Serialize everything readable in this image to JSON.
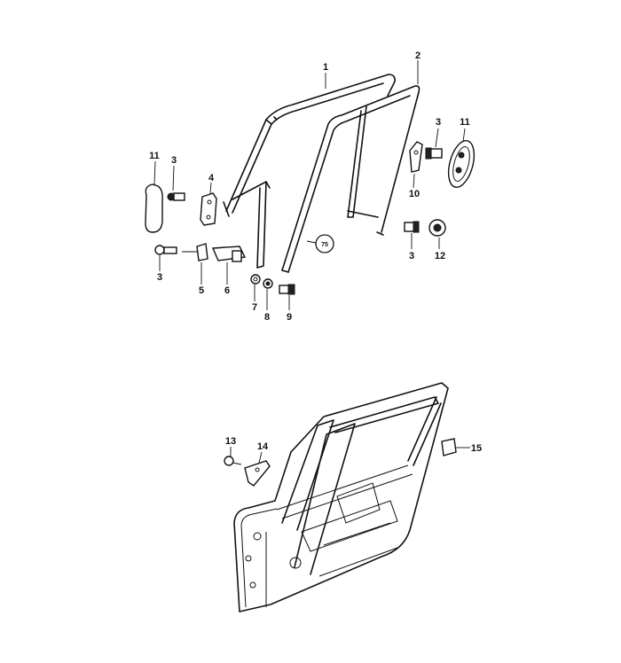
{
  "callouts": {
    "c1": "1",
    "c2": "2",
    "c3a": "3",
    "c3b": "3",
    "c3c": "3",
    "c3d": "3",
    "c4": "4",
    "c5": "5",
    "c6": "6",
    "c7": "7",
    "c8": "8",
    "c9": "9",
    "c10": "10",
    "c11a": "11",
    "c11b": "11",
    "c12": "12",
    "c13": "13",
    "c14": "14",
    "c15": "15"
  },
  "reference_mark": "75"
}
